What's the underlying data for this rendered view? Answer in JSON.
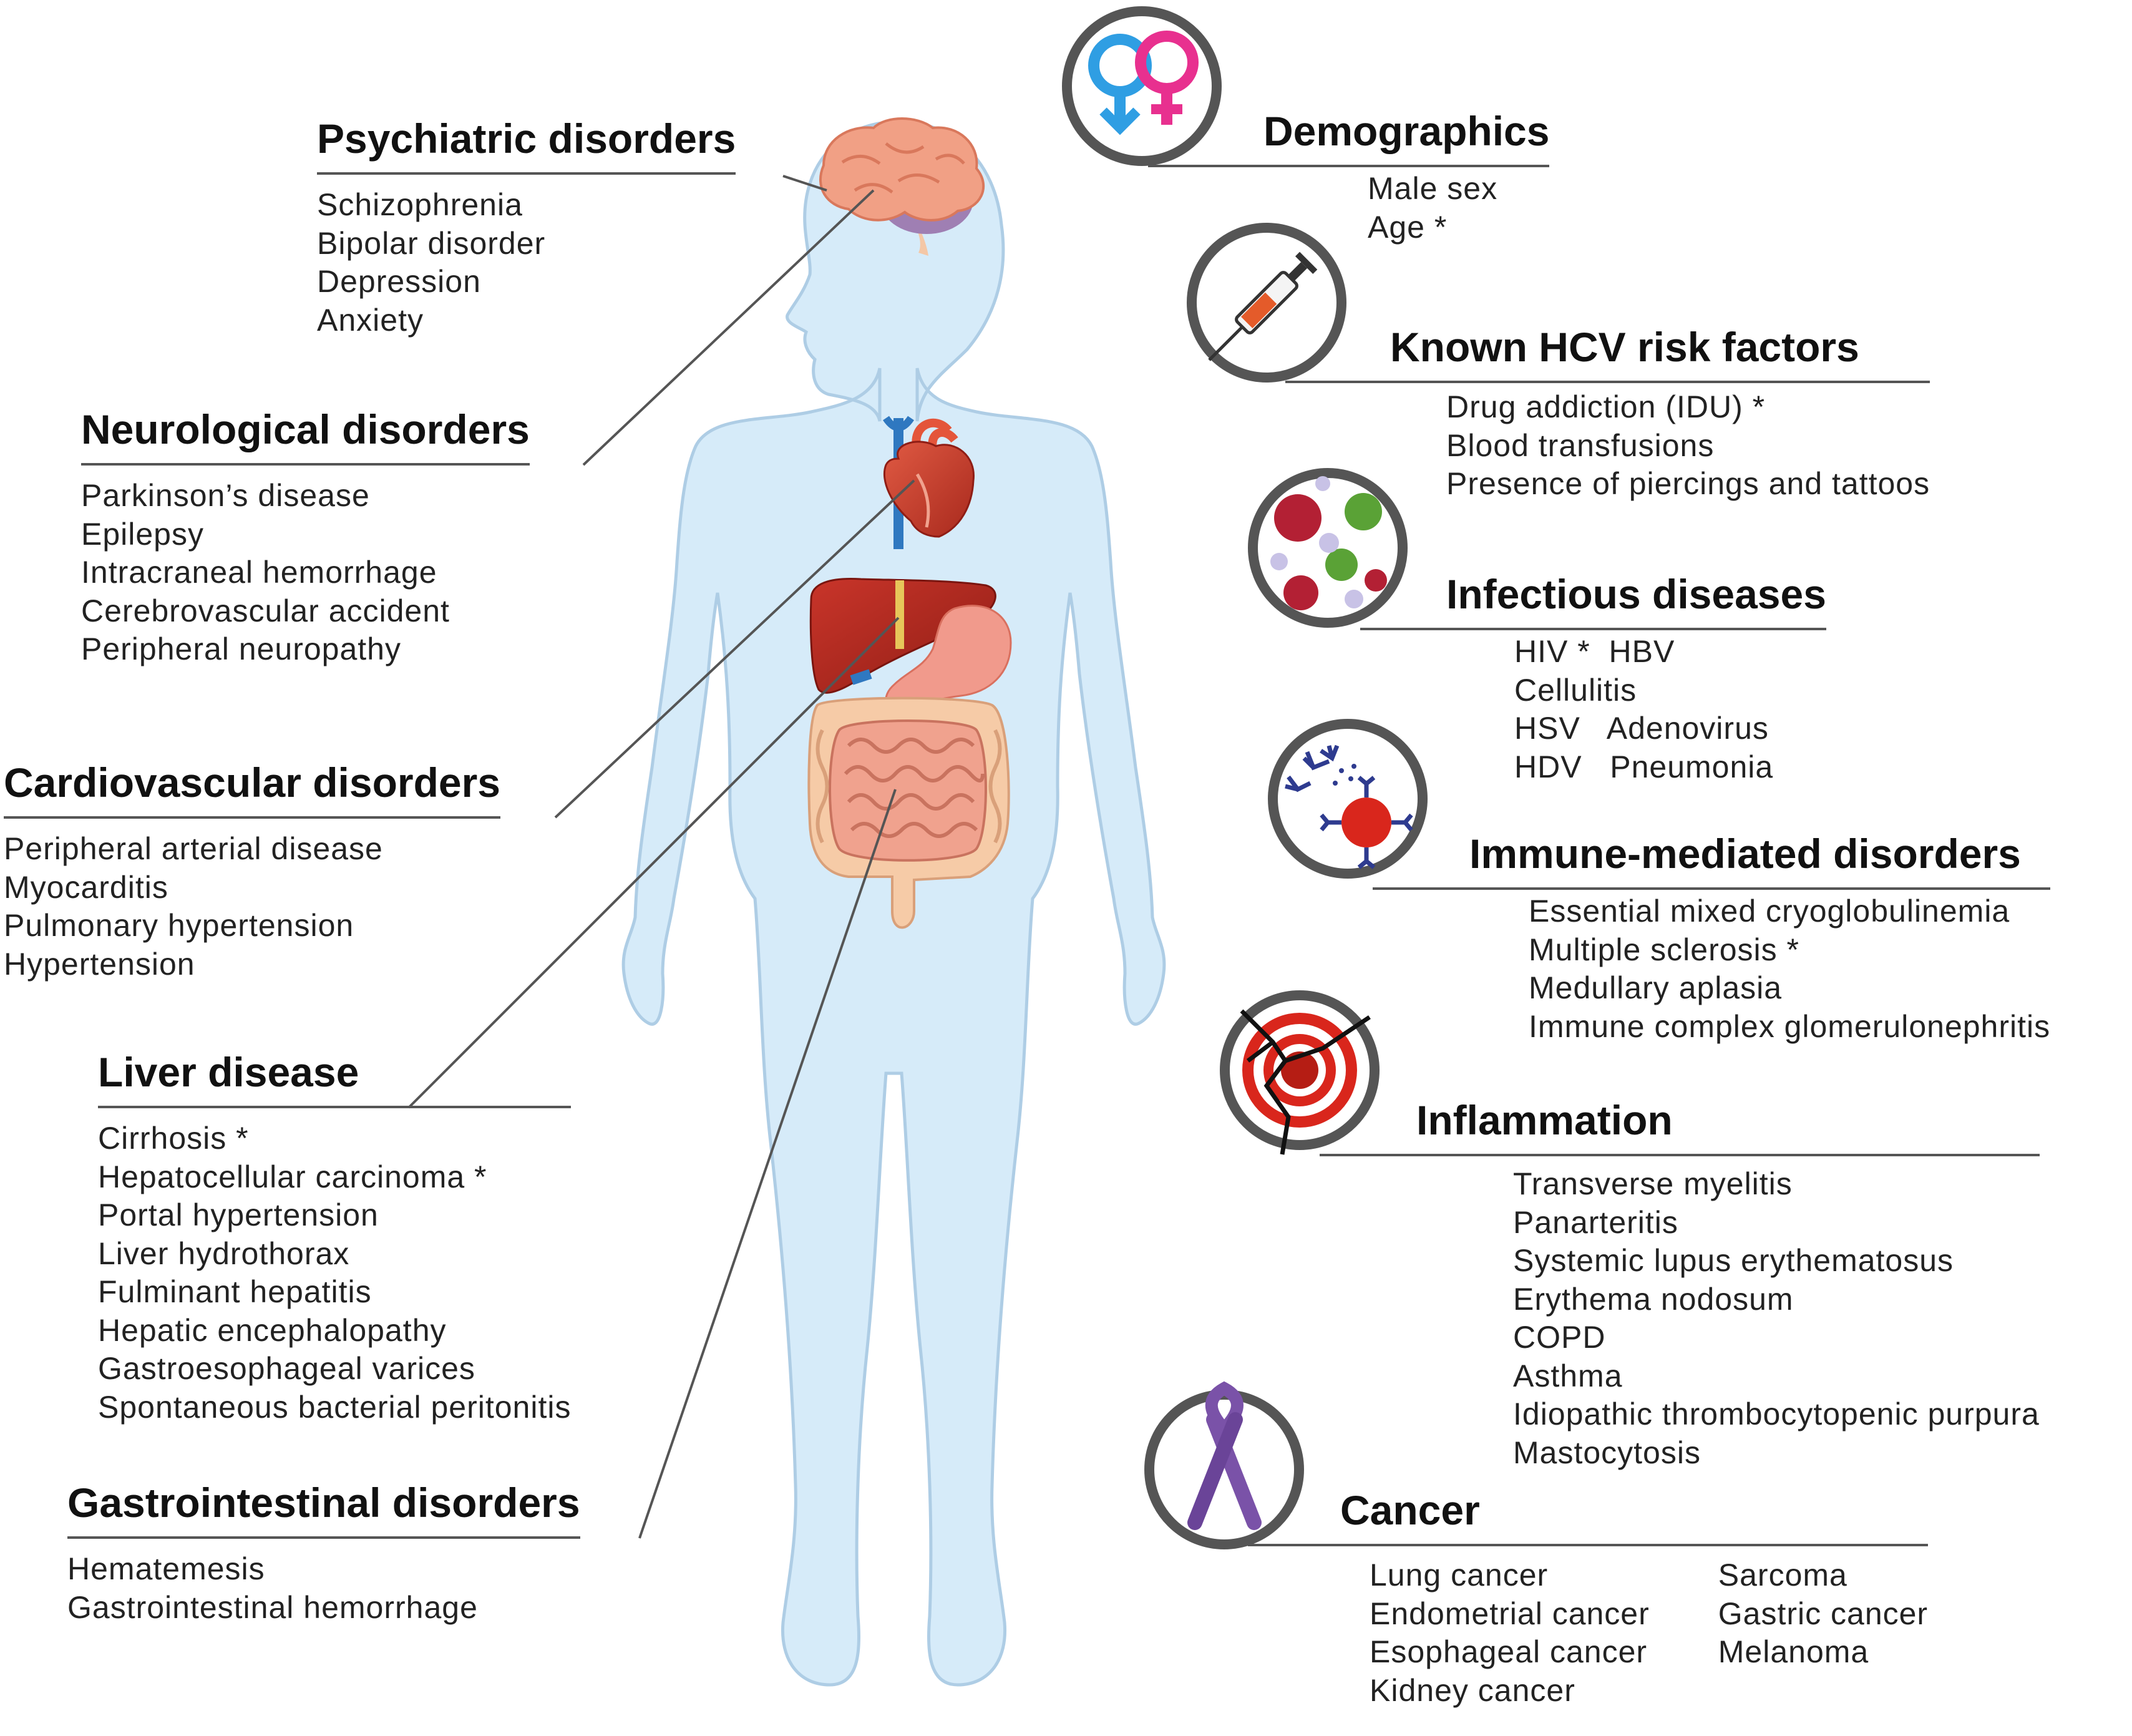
{
  "colors": {
    "body_fill": "#d6ebf9",
    "body_outline": "#aecde5",
    "leader_line": "#555555",
    "icon_ring": "#555555",
    "male_symbol": "#2f9ee3",
    "female_symbol": "#e8308f",
    "ribbon": "#7a52a8",
    "inflammation": "#d9261c"
  },
  "left_groups": [
    {
      "name": "psychiatric",
      "heading": "Psychiatric disorders",
      "items": [
        "Schizophrenia",
        "Bipolar disorder",
        "Depression",
        "Anxiety"
      ]
    },
    {
      "name": "neurological",
      "heading": "Neurological disorders",
      "items": [
        "Parkinson’s disease",
        "Epilepsy",
        "Intracraneal hemorrhage",
        "Cerebrovascular accident",
        "Peripheral neuropathy"
      ]
    },
    {
      "name": "cardiovascular",
      "heading": "Cardiovascular disorders",
      "items": [
        "Peripheral arterial disease",
        "Myocarditis",
        "Pulmonary hypertension",
        "Hypertension"
      ]
    },
    {
      "name": "liver",
      "heading": "Liver disease",
      "items": [
        "Cirrhosis *",
        "Hepatocellular carcinoma *",
        "Portal hypertension",
        "Liver hydrothorax",
        "Fulminant hepatitis",
        "Hepatic encephalopathy",
        "Gastroesophageal varices",
        "Spontaneous bacterial peritonitis"
      ]
    },
    {
      "name": "gastrointestinal",
      "heading": "Gastrointestinal disorders",
      "items": [
        "Hematemesis",
        "Gastrointestinal hemorrhage"
      ]
    }
  ],
  "right_groups": [
    {
      "name": "demographics",
      "icon": "gender-symbols-icon",
      "heading": "Demographics",
      "items": [
        "Male sex",
        "Age *"
      ]
    },
    {
      "name": "hcv-risk",
      "icon": "syringe-icon",
      "heading": "Known HCV risk factors",
      "items": [
        "Drug addiction (IDU) *",
        "Blood transfusions",
        "Presence of piercings and tattoos"
      ]
    },
    {
      "name": "infectious",
      "icon": "virus-icon",
      "heading": "Infectious diseases",
      "items": [
        "HIV *  HBV",
        "Cellulitis",
        "HSV   Adenovirus",
        "HDV   Pneumonia"
      ]
    },
    {
      "name": "immune",
      "icon": "antibody-icon",
      "heading": "Immune-mediated disorders",
      "items": [
        "Essential mixed cryoglobulinemia",
        "Multiple sclerosis *",
        "Medullary aplasia",
        "Immune complex glomerulonephritis"
      ]
    },
    {
      "name": "inflammation",
      "icon": "inflammation-target-icon",
      "heading": "Inflammation",
      "items": [
        "Transverse myelitis",
        "Panarteritis",
        "Systemic lupus erythematosus",
        "Erythema nodosum",
        "COPD",
        "Asthma",
        "Idiopathic thrombocytopenic purpura",
        "Mastocytosis"
      ]
    },
    {
      "name": "cancer",
      "icon": "awareness-ribbon-icon",
      "heading": "Cancer",
      "items_col1": [
        "Lung cancer",
        "Endometrial cancer",
        "Esophageal cancer",
        "Kidney cancer"
      ],
      "items_col2": [
        "Sarcoma",
        "Gastric cancer",
        "Melanoma"
      ]
    }
  ]
}
